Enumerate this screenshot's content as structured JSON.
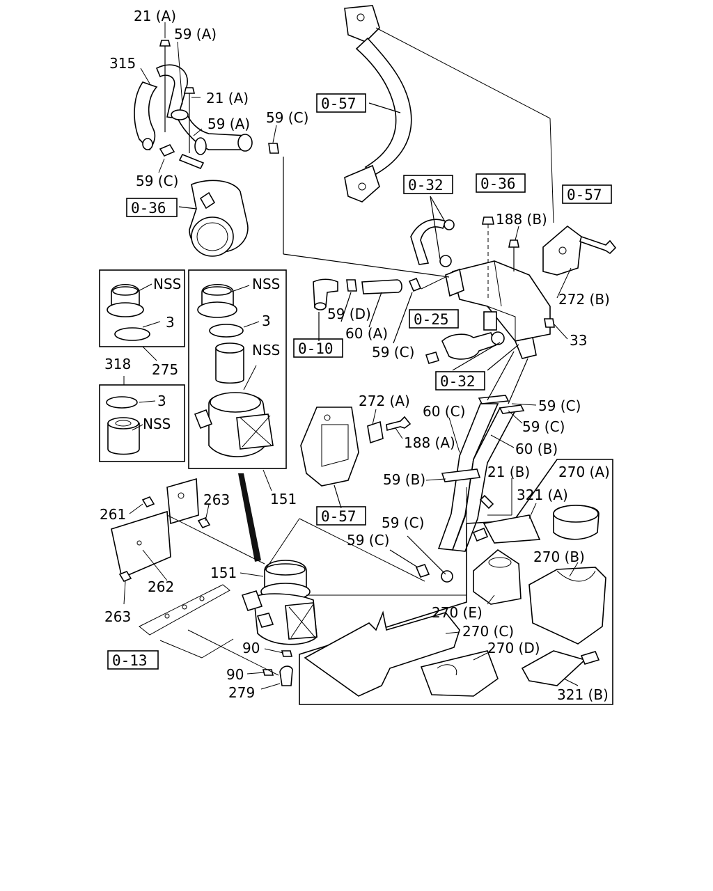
{
  "labels": {
    "l21A_top": "21 (A)",
    "l59A_top": "59 (A)",
    "l315": "315",
    "l21A_mid": "21 (A)",
    "l59A_mid": "59 (A)",
    "l59C_1": "59 (C)",
    "l59C_2": "59 (C)",
    "lNSS_1": "NSS",
    "l3_1": "3",
    "l275": "275",
    "l318": "318",
    "l3_2": "3",
    "lNSS_2": "NSS",
    "lNSS_3": "NSS",
    "l3_3": "3",
    "lNSS_4": "NSS",
    "l188B": "188 (B)",
    "l272B": "272 (B)",
    "l33": "33",
    "l59D": "59 (D)",
    "l60A": "60 (A)",
    "l59C_3": "59 (C)",
    "l272A": "272 (A)",
    "l188A": "188 (A)",
    "l60C": "60 (C)",
    "l59C_4": "59 (C)",
    "l59C_5": "59 (C)",
    "l60B": "60 (B)",
    "l59B": "59 (B)",
    "l21B": "21 (B)",
    "l270A": "270 (A)",
    "l321A": "321 (A)",
    "l151_1": "151",
    "l261": "261",
    "l263_1": "263",
    "l59C_6": "59 (C)",
    "l59C_7": "59 (C)",
    "l270B": "270 (B)",
    "l151_2": "151",
    "l262": "262",
    "l263_2": "263",
    "l270E": "270 (E)",
    "l270C": "270 (C)",
    "l270D": "270 (D)",
    "l90_1": "90",
    "l90_2": "90",
    "l279": "279",
    "l321B": "321 (B)"
  },
  "refs": {
    "r057_top": "0-57",
    "r036_left": "0-36",
    "r032_top": "0-32",
    "r036_mid": "0-36",
    "r057_right": "0-57",
    "r025": "0-25",
    "r010": "0-10",
    "r032_mid": "0-32",
    "r057_bottom": "0-57",
    "r013": "0-13"
  }
}
